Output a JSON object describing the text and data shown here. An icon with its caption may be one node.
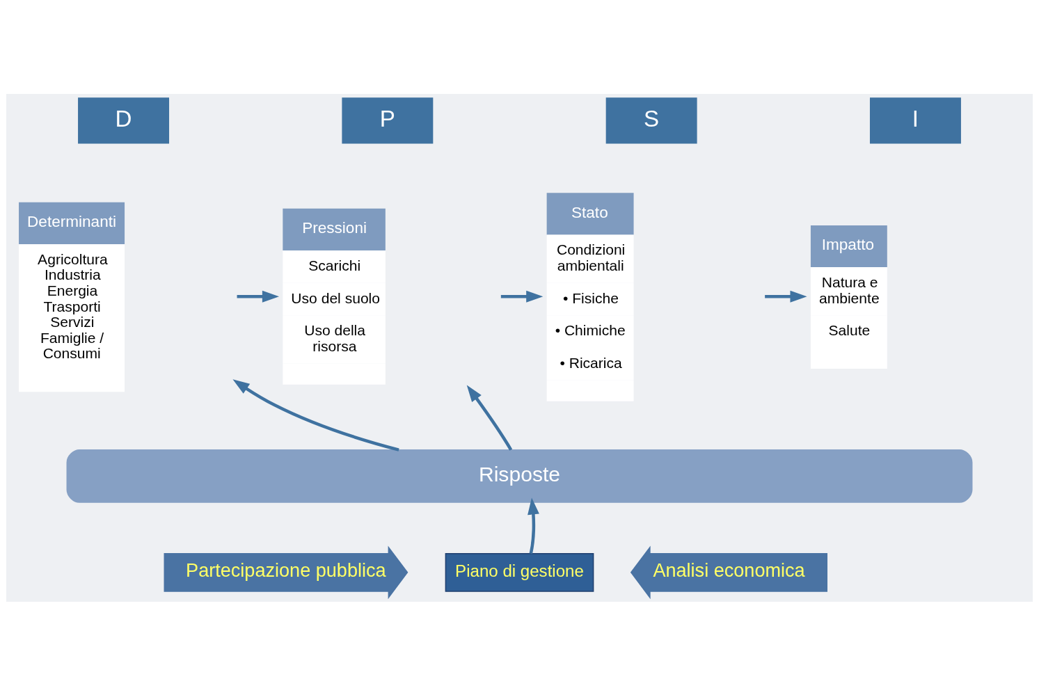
{
  "diagram": {
    "nodes": [
      {
        "text": [
          "D"
        ]
      },
      {
        "text": [
          "P"
        ]
      },
      {
        "text": [
          "S"
        ]
      },
      {
        "text": [
          "I"
        ]
      },
      {
        "text": [
          "Determinanti",
          "Agricoltura Industria Energia Trasporti Servizi Famiglie / Consumi"
        ]
      },
      {
        "text": [
          "Pressioni",
          "Scarichi",
          "Uso del suolo",
          "Uso della risorsa"
        ]
      },
      {
        "text": [
          "Stato",
          "Condizioni ambientali",
          "• Fisiche",
          "• Chimiche",
          "• Ricarica"
        ]
      },
      {
        "text": [
          "Impatto",
          "Natura e ambiente",
          "Salute"
        ]
      },
      {
        "text": [
          "Risposte"
        ]
      },
      {
        "text": [
          "Piano di gestione"
        ]
      },
      {
        "text": [
          "Partecipazione pubblica"
        ]
      },
      {
        "text": [
          "Analisi economica"
        ]
      }
    ],
    "edges": [
      {
        "from": 4,
        "to": 5,
        "arrow": "to"
      },
      {
        "from": 5,
        "to": 6,
        "arrow": "to"
      },
      {
        "from": 6,
        "to": 7,
        "arrow": "to"
      },
      {
        "from": 8,
        "to": 4,
        "arrow": "to"
      },
      {
        "from": 8,
        "to": 5,
        "arrow": "to"
      },
      {
        "from": 9,
        "to": 8,
        "arrow": "to"
      }
    ]
  }
}
